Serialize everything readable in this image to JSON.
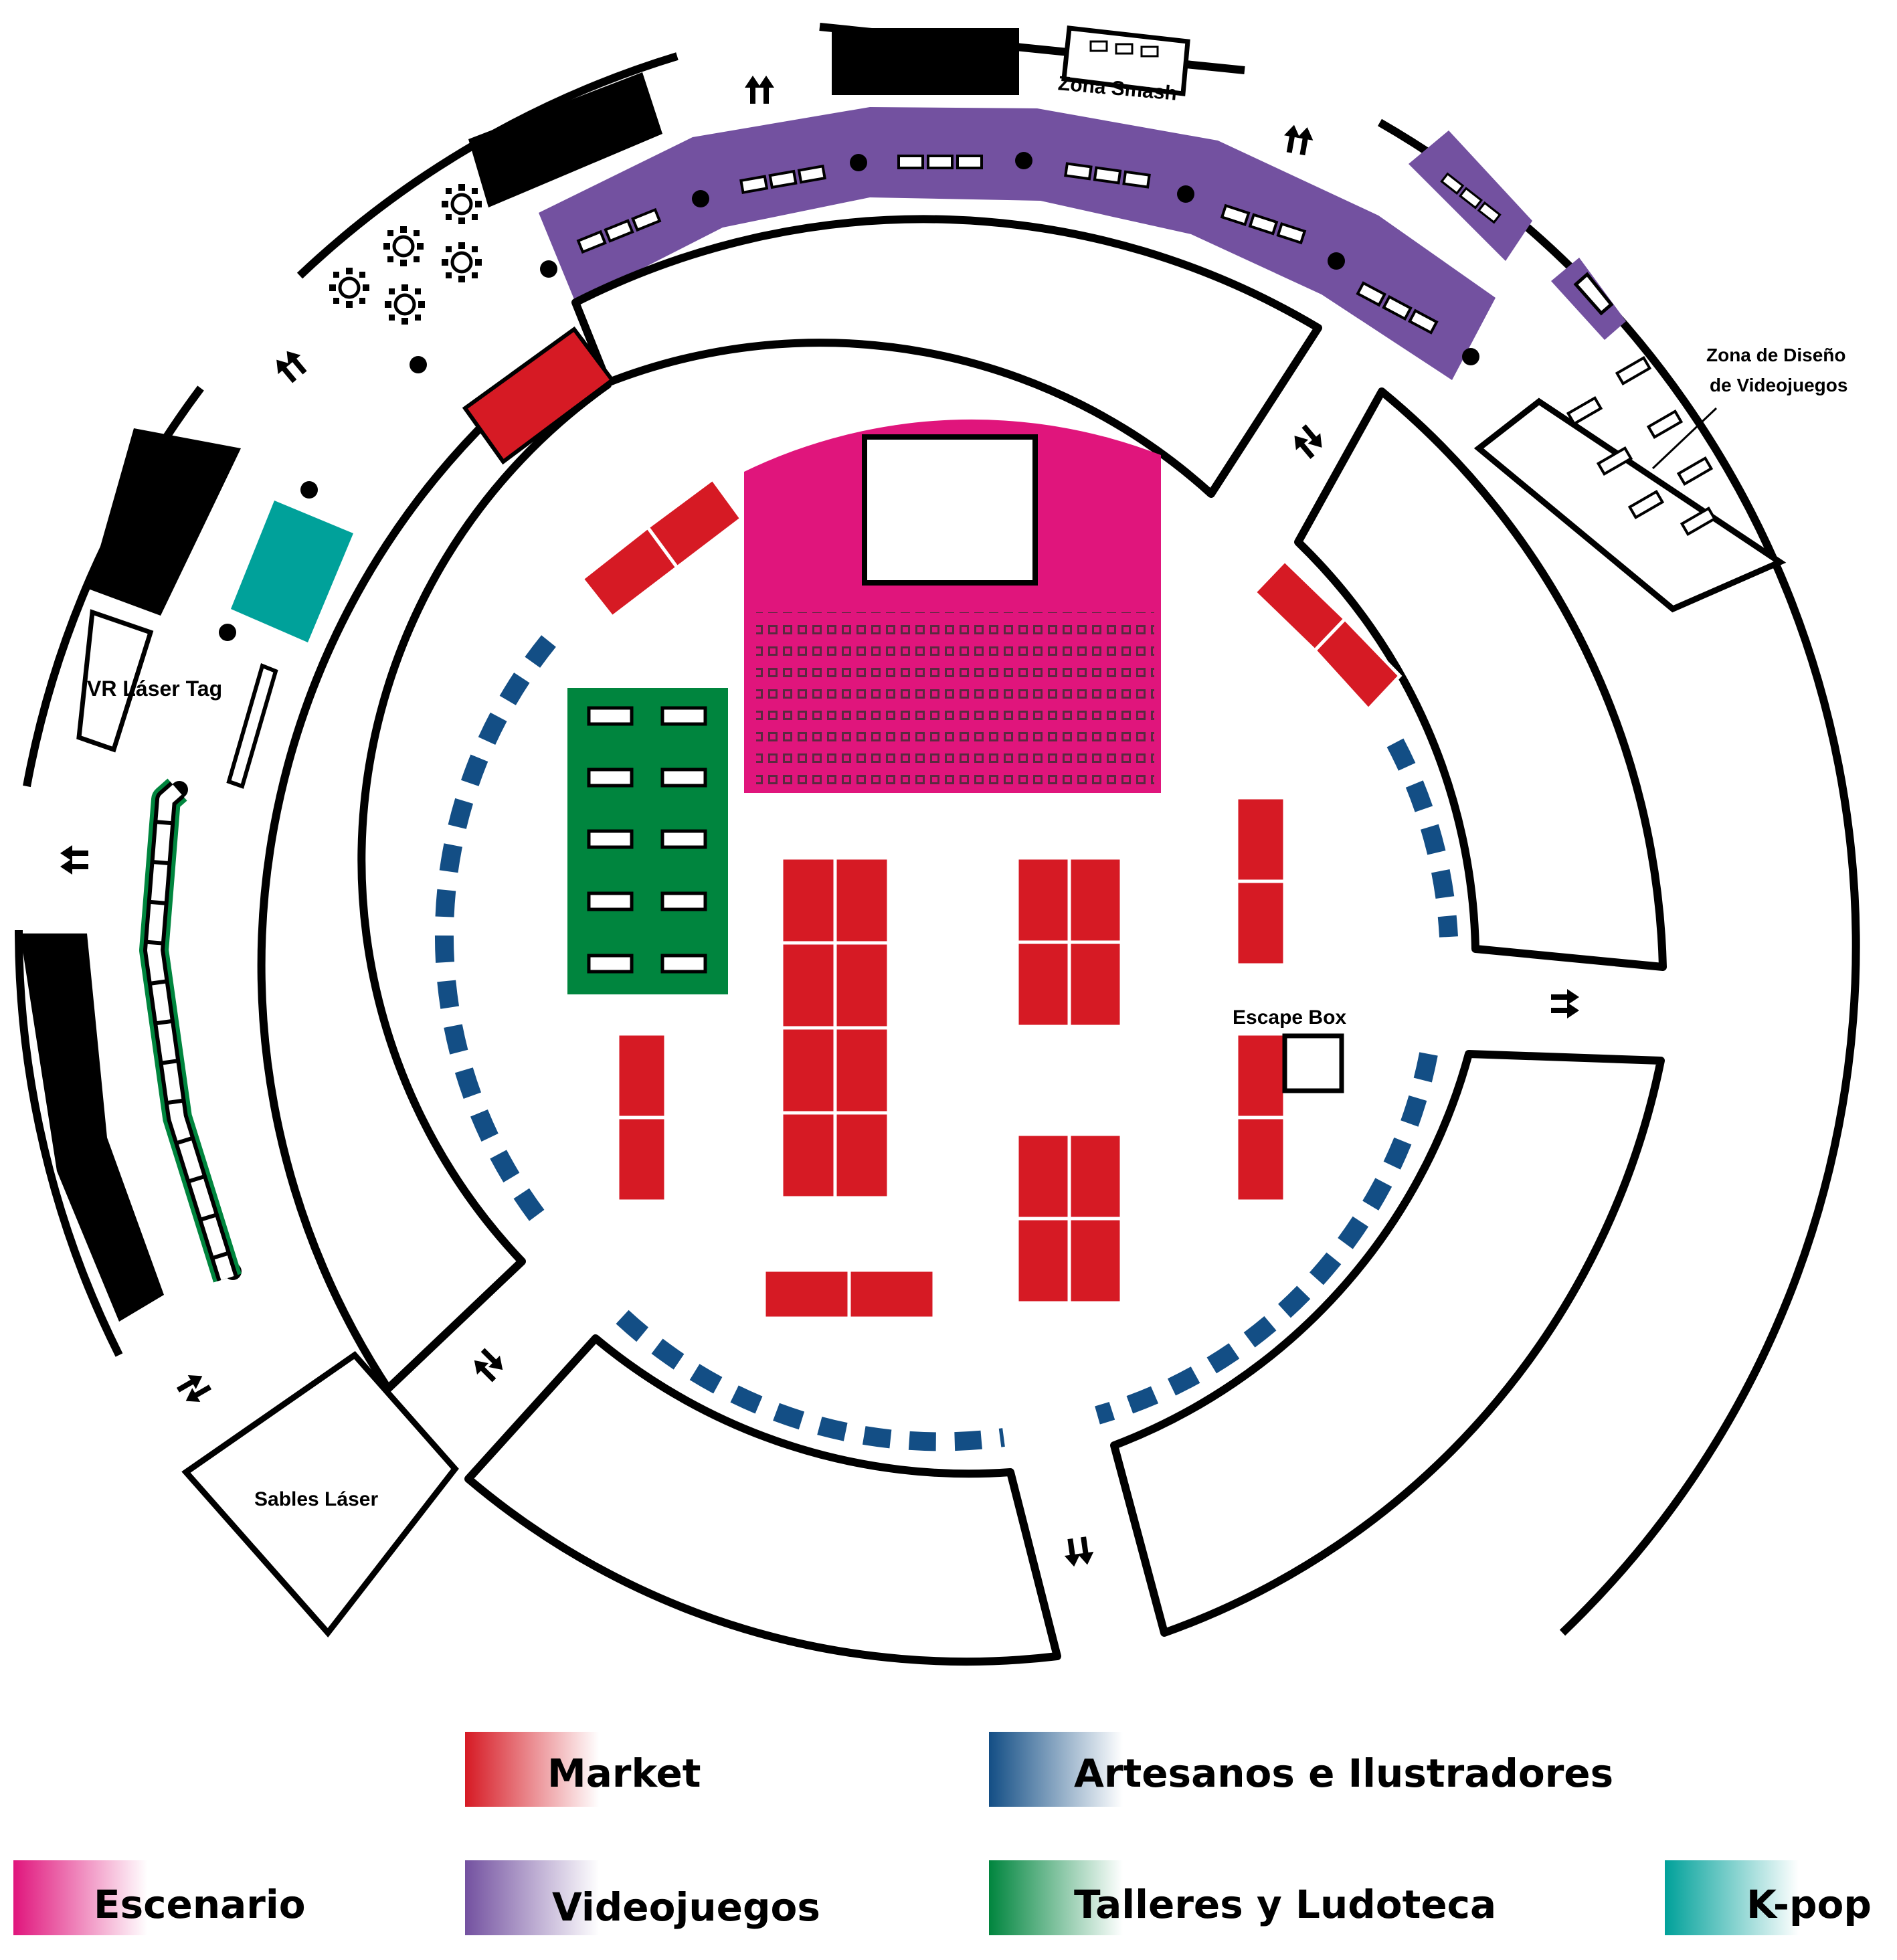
{
  "labels": {
    "zona_smash": "Zona Smash",
    "zona_diseno_1": "Zona de Diseño",
    "zona_diseno_2": "de Videojuegos",
    "vr_laser_tag": "VR Láser Tag",
    "escape_box": "Escape Box",
    "sables_laser": "Sables Láser"
  },
  "legend": [
    {
      "key": "market",
      "label": "Market",
      "color": "#d61a24"
    },
    {
      "key": "artesanos",
      "label": "Artesanos e Ilustradores",
      "color": "#134e85"
    },
    {
      "key": "escenario",
      "label": "Escenario",
      "color": "#e0157c"
    },
    {
      "key": "videojuegos",
      "label": "Videojuegos",
      "color": "#7351a0"
    },
    {
      "key": "talleres",
      "label": "Talleres y Ludoteca",
      "color": "#00853e"
    },
    {
      "key": "kpop",
      "label": "K-pop",
      "color": "#00a19a"
    }
  ]
}
